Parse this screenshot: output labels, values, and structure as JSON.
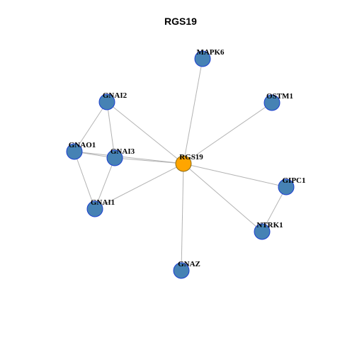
{
  "title": "RGS19",
  "colors": {
    "node_fill": "#4682b4",
    "node_stroke": "#1c3fd0",
    "center_fill": "#ffa500",
    "center_stroke": "#8b6c16",
    "edge": "#b3b3b3"
  },
  "nodes": [
    {
      "id": "MAPK6",
      "label": "MAPK6",
      "center": false
    },
    {
      "id": "OSTM1",
      "label": "OSTM1",
      "center": false
    },
    {
      "id": "GNAI2",
      "label": "GNAI2",
      "center": false
    },
    {
      "id": "GNAO1",
      "label": "GNAO1",
      "center": false
    },
    {
      "id": "GNAI3",
      "label": "GNAI3",
      "center": false
    },
    {
      "id": "RGS19",
      "label": "RGS19",
      "center": true
    },
    {
      "id": "GIPC1",
      "label": "GIPC1",
      "center": false
    },
    {
      "id": "GNAI1",
      "label": "GNAI1",
      "center": false
    },
    {
      "id": "NTRK1",
      "label": "NTRK1",
      "center": false
    },
    {
      "id": "GNAZ",
      "label": "GNAZ",
      "center": false
    }
  ],
  "edges": [
    [
      "RGS19",
      "MAPK6"
    ],
    [
      "RGS19",
      "OSTM1"
    ],
    [
      "RGS19",
      "GNAI2"
    ],
    [
      "RGS19",
      "GNAO1"
    ],
    [
      "RGS19",
      "GNAI3"
    ],
    [
      "RGS19",
      "GNAI1"
    ],
    [
      "RGS19",
      "GIPC1"
    ],
    [
      "RGS19",
      "NTRK1"
    ],
    [
      "RGS19",
      "GNAZ"
    ],
    [
      "GNAI2",
      "GNAO1"
    ],
    [
      "GNAI2",
      "GNAI3"
    ],
    [
      "GNAO1",
      "GNAI3"
    ],
    [
      "GNAO1",
      "GNAI1"
    ],
    [
      "GNAI3",
      "GNAI1"
    ],
    [
      "GIPC1",
      "NTRK1"
    ]
  ]
}
